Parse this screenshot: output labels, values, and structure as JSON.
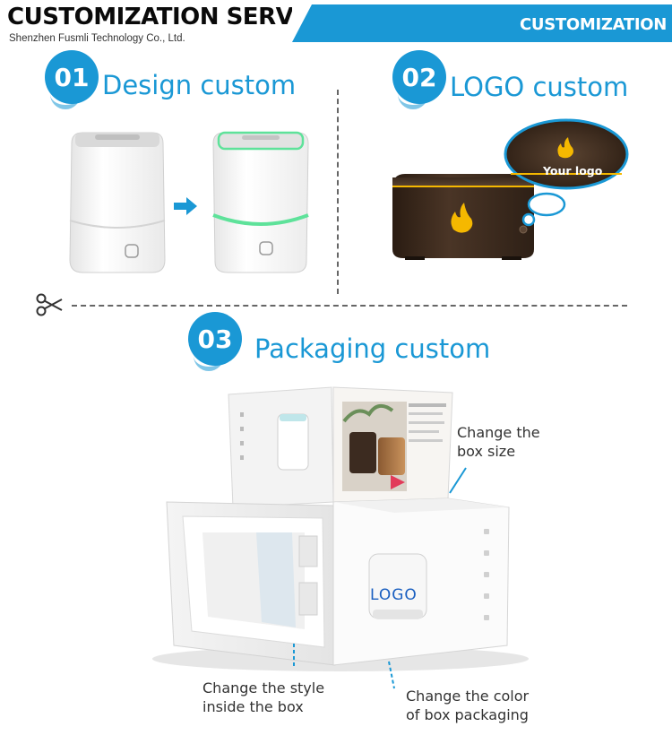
{
  "header": {
    "title": "CUSTOMIZATION SERVICE",
    "company": "Shenzhen Fusmli Technology Co., Ltd.",
    "tab_label": "CUSTOMIZATION"
  },
  "steps": [
    {
      "number": "01",
      "title": "Design custom"
    },
    {
      "number": "02",
      "title": "LOGO custom"
    },
    {
      "number": "03",
      "title": "Packaging custom"
    }
  ],
  "logo_bubble": {
    "text": "Your logo"
  },
  "packaging": {
    "box_logo": "LOGO",
    "callouts": {
      "box_size": [
        "Change the",
        "box size"
      ],
      "inside_style": [
        "Change the style",
        "inside the box"
      ],
      "packaging_color": [
        "Change the color",
        "of box packaging"
      ]
    }
  },
  "colors": {
    "accent": "#1a98d5",
    "flame": "#f5b800",
    "glow": "#5ee29a",
    "wood_dark": "#3b2a1f"
  }
}
